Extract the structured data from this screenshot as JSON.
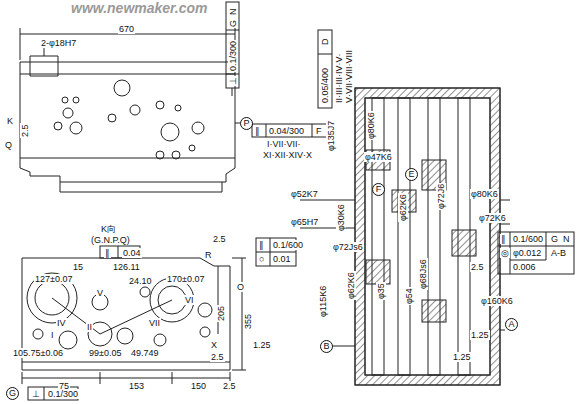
{
  "diagram": {
    "labels": [
      "www.newmaker.com",
      "670",
      "2-φ18H7",
      "⊥",
      "0.1/300",
      "G",
      "N",
      "K",
      "2.5",
      "Q",
      "P",
      "K向",
      "(G.N.P.Q)",
      "∥",
      "0.04",
      "2.5",
      "R",
      "15",
      "126.11",
      "127±0.07",
      "24.10",
      "170±0.07",
      "V",
      "VI",
      "O",
      "IV",
      "I",
      "II",
      "VII",
      "X",
      "355",
      "205",
      "105.75±0.06",
      "99±0.05",
      "49.749",
      "2.5",
      "75",
      "153",
      "150",
      "2.5",
      "G",
      "⊥",
      "0.1/300",
      "D",
      "0.05/400",
      "II·III·III·IV·V·",
      "V·VII·VIII·VIII",
      "∥",
      "0.04/300",
      "F",
      "I·VII·VII·",
      "XI·XII·XIV·X",
      "φ135J7",
      "φ80K6",
      "φ47K6",
      "E",
      "F",
      "φ72J6",
      "φ52K7",
      "φ30K6",
      "φ62K6",
      "φ65H7",
      "φ72Js6",
      "φ80K6",
      "φ72K6",
      "∥",
      "0.1/600",
      "G",
      "N",
      "◎",
      "φ0.012",
      "A-B",
      "0.006",
      "2.5",
      "∥",
      "0.1/600",
      "○",
      "0.01",
      "φ115K6",
      "φ62K6",
      "φ35",
      "φ54",
      "φ68Js6",
      "φ160K6",
      "1.25",
      "B",
      "A",
      "1.25",
      "1.25"
    ]
  }
}
